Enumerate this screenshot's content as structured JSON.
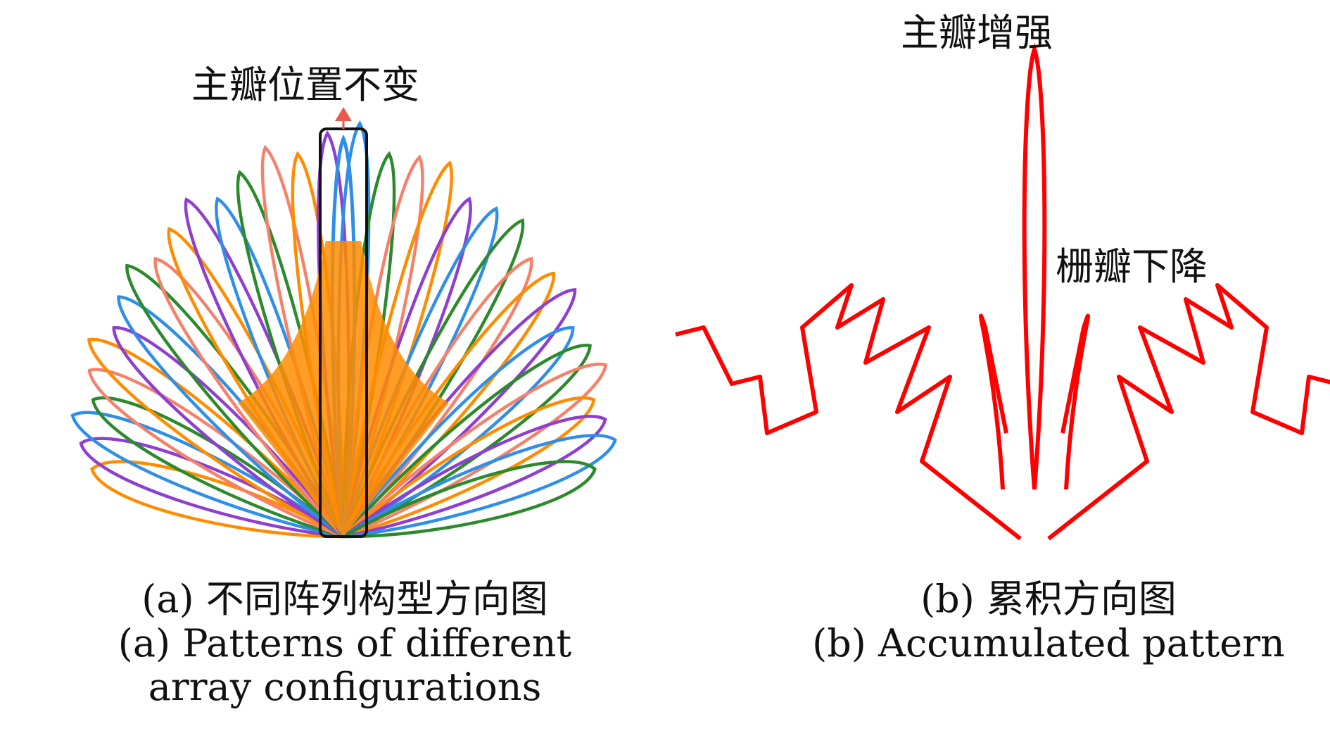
{
  "panel_a": {
    "annotation": "主瓣位置不变",
    "caption_cn": "(a) 不同阵列构型方向图",
    "caption_en_line1": "(a) Patterns of different",
    "caption_en_line2": "array configurations",
    "colors": [
      "#ff8c00",
      "#8e3fcf",
      "#2f8fe8",
      "#2b8a2b",
      "#f4826a"
    ]
  },
  "panel_b": {
    "annotation_top": "主瓣增强",
    "annotation_side": "栅瓣下降",
    "caption_cn": "(b) 累积方向图",
    "caption_en": "(b) Accumulated pattern",
    "color": "#ff0000"
  },
  "highlight": {
    "box_color": "#111111",
    "arrow_color": "#e85a4f"
  }
}
